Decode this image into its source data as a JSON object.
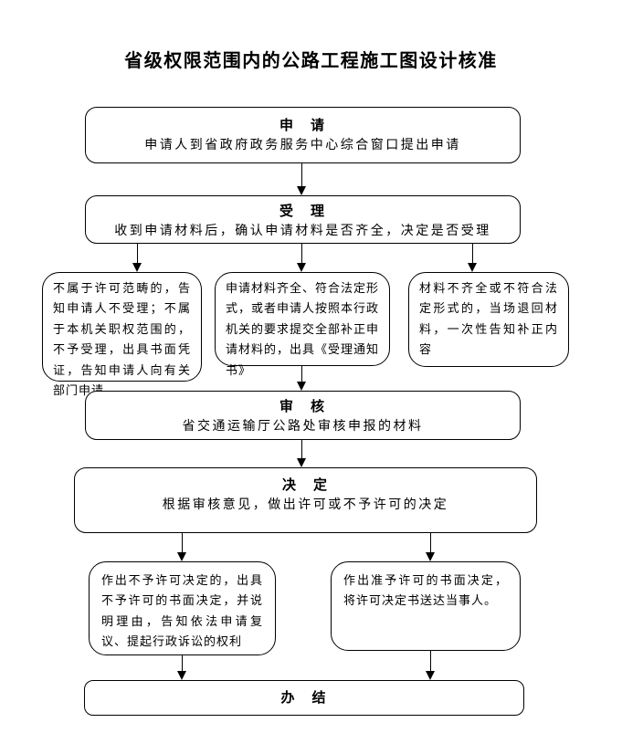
{
  "title": "省级权限范围内的公路工程施工图设计核准",
  "flow": {
    "apply": {
      "heading": "申　请",
      "body": "申请人到省政府政务服务中心综合窗口提出申请"
    },
    "accept": {
      "heading": "受　理",
      "body": "收到申请材料后，确认申请材料是否齐全，决定是否受理"
    },
    "branch_not_permitted": {
      "body": "不属于许可范畴的，告知申请人不受理；不属于本机关职权范围的，不予受理，出具书面凭证，告知申请人向有关部门申请"
    },
    "branch_complete": {
      "body": "申请材料齐全、符合法定形式，或者申请人按照本行政机关的要求提交全部补正申请材料的，出具《受理通知书》"
    },
    "branch_incomplete": {
      "body": "材料不齐全或不符合法定形式的，当场退回材料，一次性告知补正内容"
    },
    "review": {
      "heading": "审　核",
      "body": "省交通运输厅公路处审核申报的材料"
    },
    "decision": {
      "heading": "决　定",
      "body": "根据审核意见，做出许可或不予许可的决定"
    },
    "outcome_denied": {
      "body": "作出不予许可决定的，出具不予许可的书面决定，并说明理由，告知依法申请复议、提起行政诉讼的权利"
    },
    "outcome_granted": {
      "body": "作出准予许可的书面决定，将许可决定书送达当事人。"
    },
    "finish": {
      "heading": "办　结"
    }
  },
  "colors": {
    "line_and_border": "#000000",
    "text": "#000000",
    "page_background": "#ffffff"
  }
}
